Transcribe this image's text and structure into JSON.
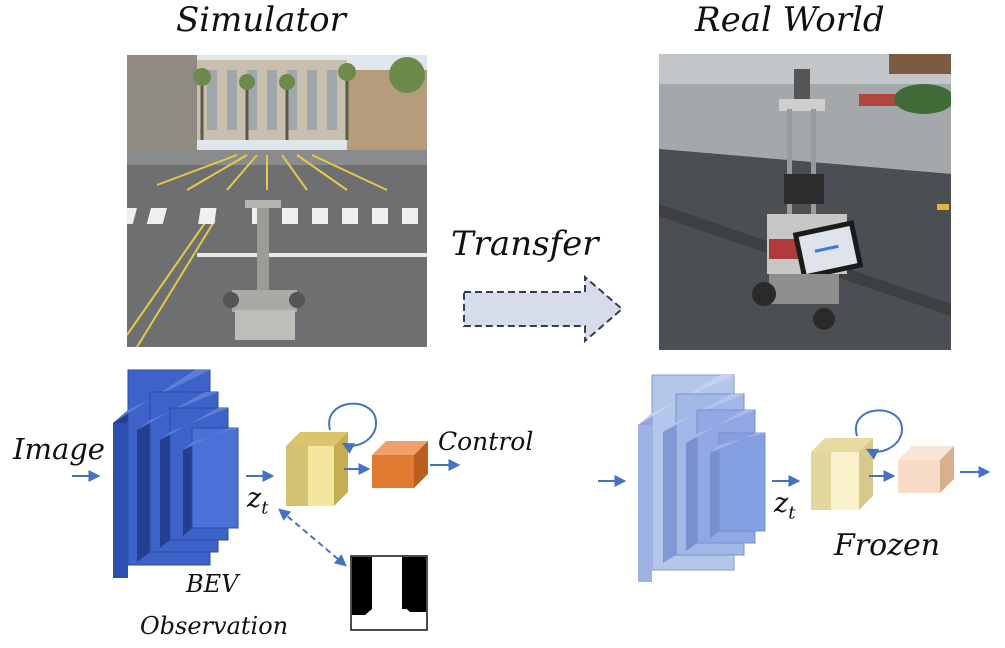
{
  "labels": {
    "simulator": "Simulator",
    "real_world": "Real World",
    "transfer": "Transfer",
    "image": "Image",
    "control": "Control",
    "z": "z",
    "z_sub": "t",
    "bev": "BEV",
    "observation": "Observation",
    "frozen": "Frozen"
  },
  "colors": {
    "encoder_blue": "#3d63c9",
    "encoder_blue_dark": "#243f8f",
    "encoder_light": "#a9bde8",
    "latent_yellow": "#efe08a",
    "latent_yellow_dark": "#b8a24a",
    "control_orange": "#e07a30",
    "frozen_latent": "#f5edc4",
    "frozen_control": "#f7d9c6",
    "arrow_blue": "#4472c4",
    "transfer_fill": "#d6dce8",
    "transfer_stroke": "#2f3e5a"
  },
  "icons": {
    "sim_photo": "simulator-street-robot-icon",
    "real_photo": "real-world-robot-icon"
  }
}
